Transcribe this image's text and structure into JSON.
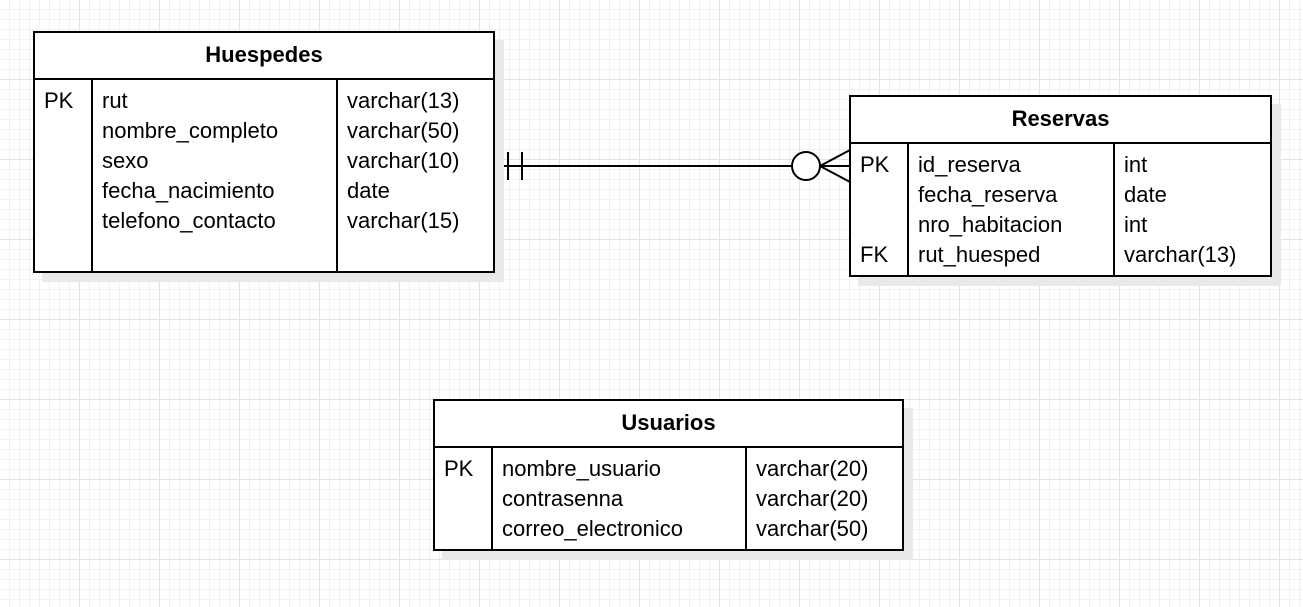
{
  "entities": {
    "huespedes": {
      "title": "Huespedes",
      "rows": [
        {
          "key": "PK",
          "name": "rut",
          "type": "varchar(13)"
        },
        {
          "key": "",
          "name": "nombre_completo",
          "type": "varchar(50)"
        },
        {
          "key": "",
          "name": "sexo",
          "type": "varchar(10)"
        },
        {
          "key": "",
          "name": "fecha_nacimiento",
          "type": "date"
        },
        {
          "key": "",
          "name": "telefono_contacto",
          "type": "varchar(15)"
        }
      ]
    },
    "reservas": {
      "title": "Reservas",
      "rows": [
        {
          "key": "PK",
          "name": "id_reserva",
          "type": "int"
        },
        {
          "key": "",
          "name": "fecha_reserva",
          "type": "date"
        },
        {
          "key": "",
          "name": "nro_habitacion",
          "type": "int"
        },
        {
          "key": "FK",
          "name": "rut_huesped",
          "type": "varchar(13)"
        }
      ]
    },
    "usuarios": {
      "title": "Usuarios",
      "rows": [
        {
          "key": "PK",
          "name": "nombre_usuario",
          "type": "varchar(20)"
        },
        {
          "key": "",
          "name": "contrasenna",
          "type": "varchar(20)"
        },
        {
          "key": "",
          "name": "correo_electronico",
          "type": "varchar(50)"
        }
      ]
    }
  },
  "relationships": [
    {
      "from": "huespedes",
      "to": "reservas",
      "from_cardinality": "exactly-one",
      "to_cardinality": "zero-or-many"
    }
  ],
  "colors": {
    "line": "#000000",
    "grid": "#e2e2e2",
    "shadow": "#e9e9e9",
    "background": "#ffffff"
  }
}
